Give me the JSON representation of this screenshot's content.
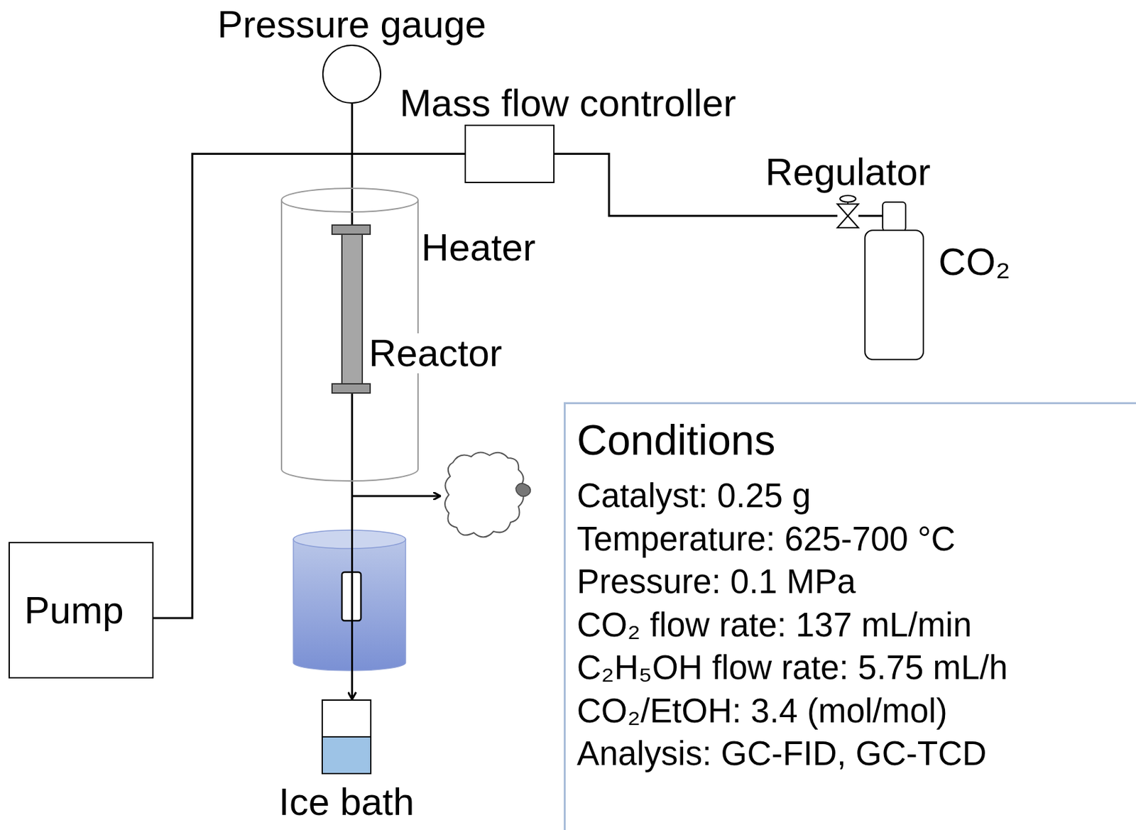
{
  "diagram": {
    "nodes": [
      {
        "text": [
          "Pressure gauge"
        ]
      },
      {
        "text": [
          "Mass flow controller"
        ]
      },
      {
        "text": [
          "Regulator"
        ]
      },
      {
        "text": [
          "CO₂"
        ]
      },
      {
        "text": [
          "Heater"
        ]
      },
      {
        "text": [
          "Reactor"
        ],
        "in": 4
      },
      {
        "text": [
          "Pump"
        ]
      },
      {
        "text": [
          "Ice bath"
        ]
      },
      {
        "text": [
          "Conditions",
          "Catalyst: 0.25 g",
          "Temperature: 625-700 °C",
          "Pressure: 0.1 MPa",
          "CO₂ flow rate: 137 mL/min",
          "C₂H₅OH flow rate: 5.75 mL/h",
          "CO₂/EtOH: 3.4 (mol/mol)",
          "Analysis: GC-FID, GC-TCD"
        ]
      }
    ],
    "edges": [
      {
        "from": 3,
        "to": 2,
        "arrow": "none"
      },
      {
        "from": 2,
        "to": 1,
        "arrow": "none"
      },
      {
        "from": 1,
        "to": 5,
        "arrow": "none"
      },
      {
        "from": 6,
        "to": 5,
        "arrow": "none"
      },
      {
        "from": 0,
        "to": 5,
        "arrow": "none"
      },
      {
        "from": 5,
        "to": 7,
        "arrow": "to"
      }
    ]
  }
}
